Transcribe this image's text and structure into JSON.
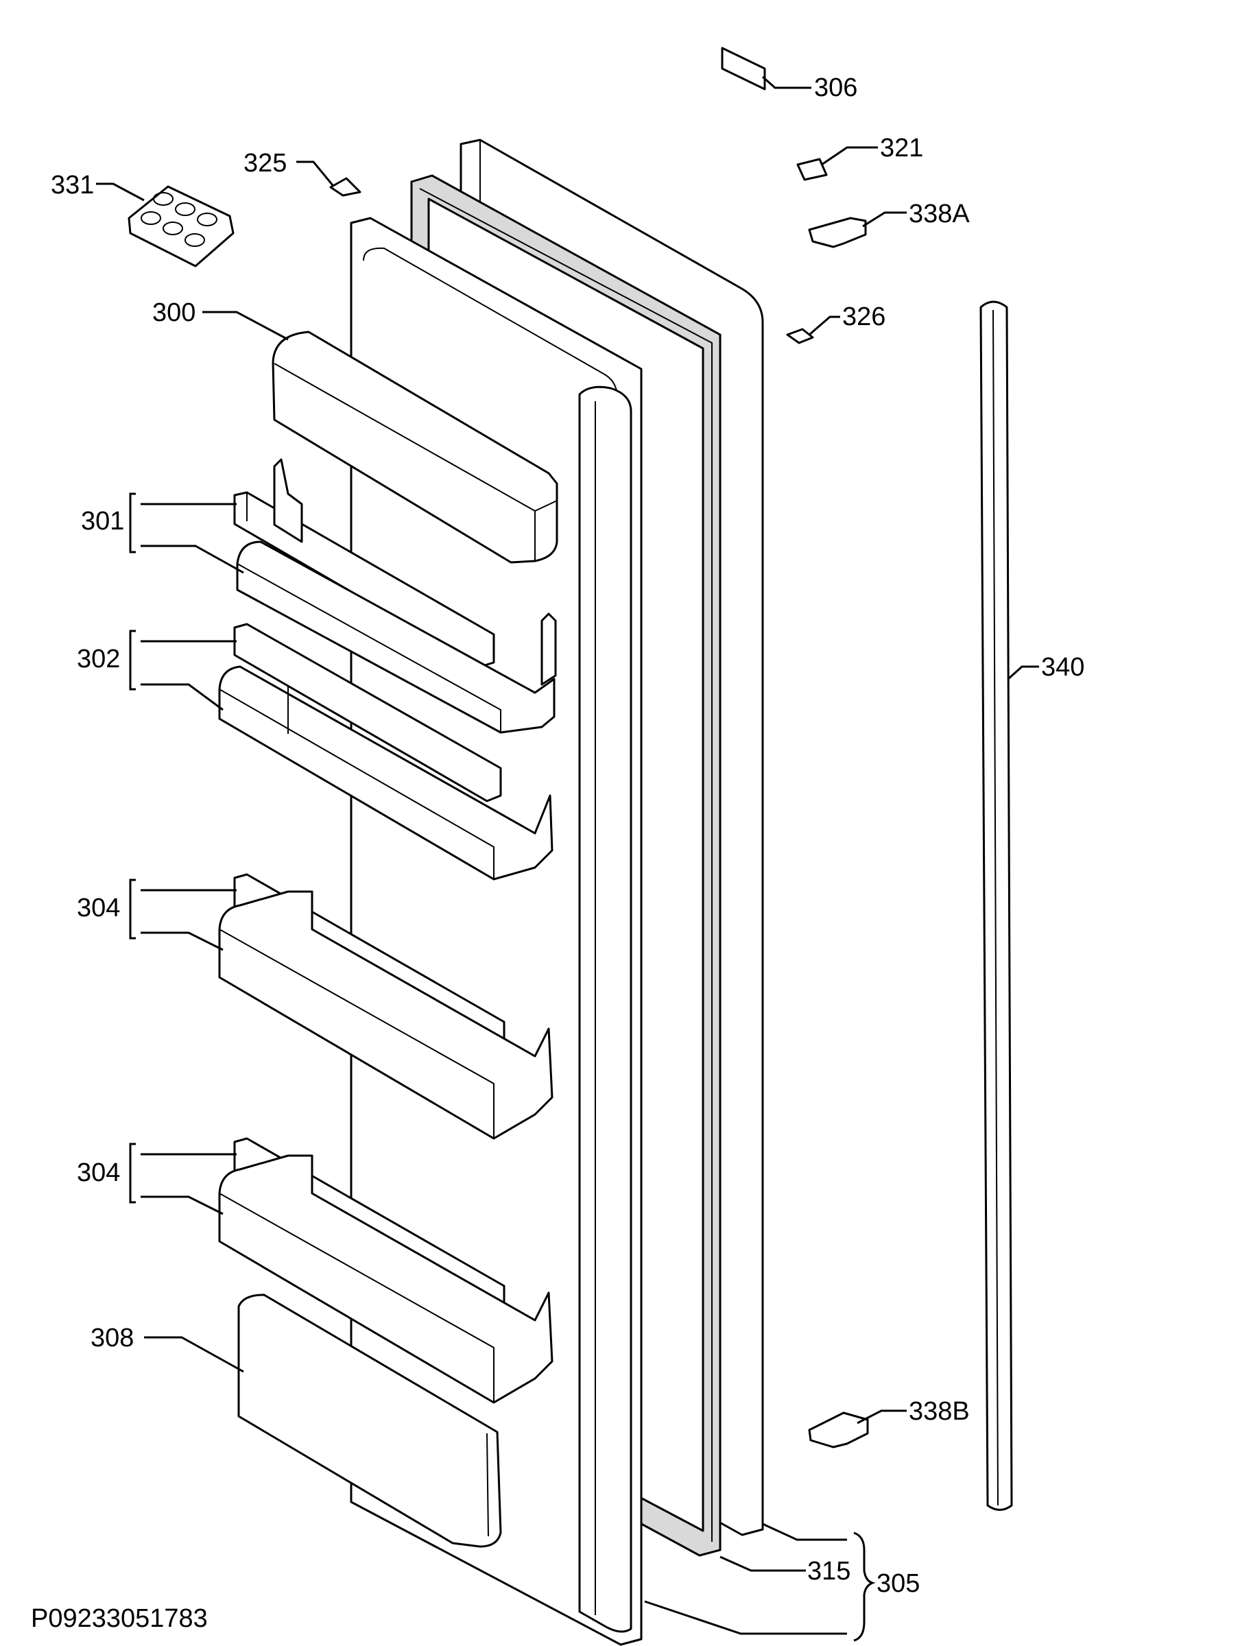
{
  "drawing_code": "P09233051783",
  "callouts": {
    "p300": "300",
    "p301": "301",
    "p302": "302",
    "p304a": "304",
    "p304b": "304",
    "p305": "305",
    "p306": "306",
    "p308": "308",
    "p315": "315",
    "p321": "321",
    "p325": "325",
    "p326": "326",
    "p331": "331",
    "p338a": "338A",
    "p338b": "338B",
    "p340": "340"
  }
}
